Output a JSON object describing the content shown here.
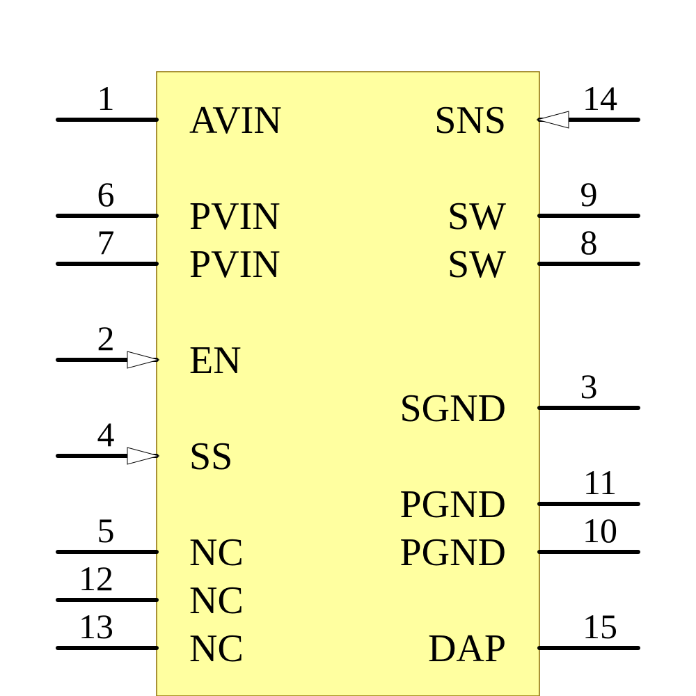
{
  "component": {
    "body_fill": "#ffffa0",
    "body_stroke": "#8c6d00",
    "pin_color": "#000000",
    "arrow_fill": "#ffffff",
    "left_pins": [
      {
        "number": "1",
        "name": "AVIN",
        "input_arrow": false
      },
      {
        "number": "6",
        "name": "PVIN",
        "input_arrow": false
      },
      {
        "number": "7",
        "name": "PVIN",
        "input_arrow": false
      },
      {
        "number": "2",
        "name": "EN",
        "input_arrow": true
      },
      {
        "number": "4",
        "name": "SS",
        "input_arrow": true
      },
      {
        "number": "5",
        "name": "NC",
        "input_arrow": false
      },
      {
        "number": "12",
        "name": "NC",
        "input_arrow": false
      },
      {
        "number": "13",
        "name": "NC",
        "input_arrow": false
      }
    ],
    "right_pins": [
      {
        "number": "14",
        "name": "SNS",
        "input_arrow": true
      },
      {
        "number": "9",
        "name": "SW",
        "input_arrow": false
      },
      {
        "number": "8",
        "name": "SW",
        "input_arrow": false
      },
      {
        "number": "3",
        "name": "SGND",
        "input_arrow": false
      },
      {
        "number": "11",
        "name": "PGND",
        "input_arrow": false
      },
      {
        "number": "10",
        "name": "PGND",
        "input_arrow": false
      },
      {
        "number": "15",
        "name": "DAP",
        "input_arrow": false
      }
    ]
  }
}
